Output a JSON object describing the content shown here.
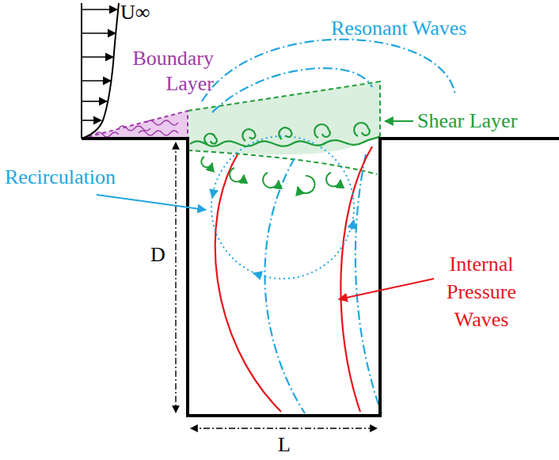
{
  "diagram": {
    "labels": [
      "U∞",
      "Boundary Layer",
      "Resonant Waves",
      "Shear Layer",
      "Recirculation",
      "Internal Pressure Waves",
      "D",
      "L"
    ]
  }
}
